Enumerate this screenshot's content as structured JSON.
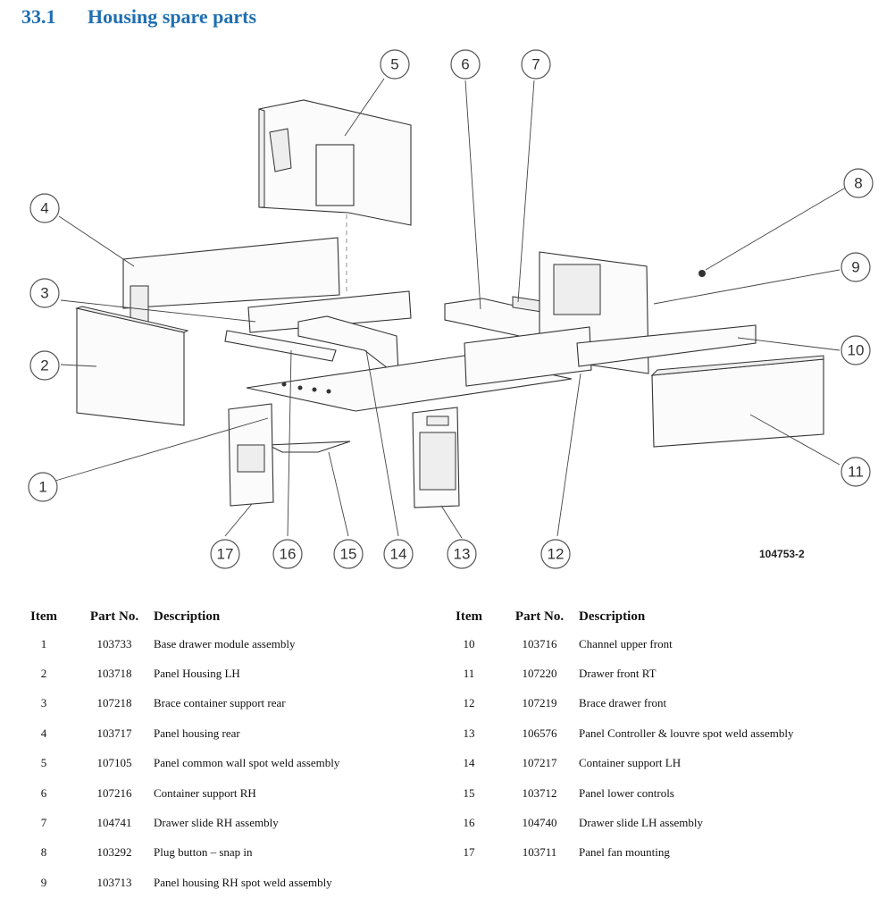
{
  "section": {
    "number": "33.1",
    "title": "Housing spare parts"
  },
  "drawing_ref": "104753-2",
  "callouts": [
    "1",
    "2",
    "3",
    "4",
    "5",
    "6",
    "7",
    "8",
    "9",
    "10",
    "11",
    "12",
    "13",
    "14",
    "15",
    "16",
    "17"
  ],
  "table_headers": {
    "item": "Item",
    "part_no": "Part No.",
    "description": "Description"
  },
  "parts_left": [
    {
      "item": "1",
      "part_no": "103733",
      "description": "Base drawer module assembly"
    },
    {
      "item": "2",
      "part_no": "103718",
      "description": "Panel Housing LH"
    },
    {
      "item": "3",
      "part_no": "107218",
      "description": "Brace container support rear"
    },
    {
      "item": "4",
      "part_no": "103717",
      "description": "Panel housing rear"
    },
    {
      "item": "5",
      "part_no": "107105",
      "description": "Panel common wall spot weld assembly"
    },
    {
      "item": "6",
      "part_no": "107216",
      "description": "Container support RH"
    },
    {
      "item": "7",
      "part_no": "104741",
      "description": "Drawer slide RH assembly"
    },
    {
      "item": "8",
      "part_no": "103292",
      "description": "Plug button – snap in"
    },
    {
      "item": "9",
      "part_no": "103713",
      "description": "Panel housing RH spot weld assembly"
    }
  ],
  "parts_right": [
    {
      "item": "10",
      "part_no": "103716",
      "description": "Channel upper front"
    },
    {
      "item": "11",
      "part_no": "107220",
      "description": "Drawer front RT"
    },
    {
      "item": "12",
      "part_no": "107219",
      "description": "Brace drawer front"
    },
    {
      "item": "13",
      "part_no": "106576",
      "description": "Panel Controller & louvre spot weld assembly"
    },
    {
      "item": "14",
      "part_no": "107217",
      "description": "Container support LH"
    },
    {
      "item": "15",
      "part_no": "103712",
      "description": "Panel lower controls"
    },
    {
      "item": "16",
      "part_no": "104740",
      "description": "Drawer slide LH assembly"
    },
    {
      "item": "17",
      "part_no": "103711",
      "description": "Panel fan mounting"
    }
  ]
}
